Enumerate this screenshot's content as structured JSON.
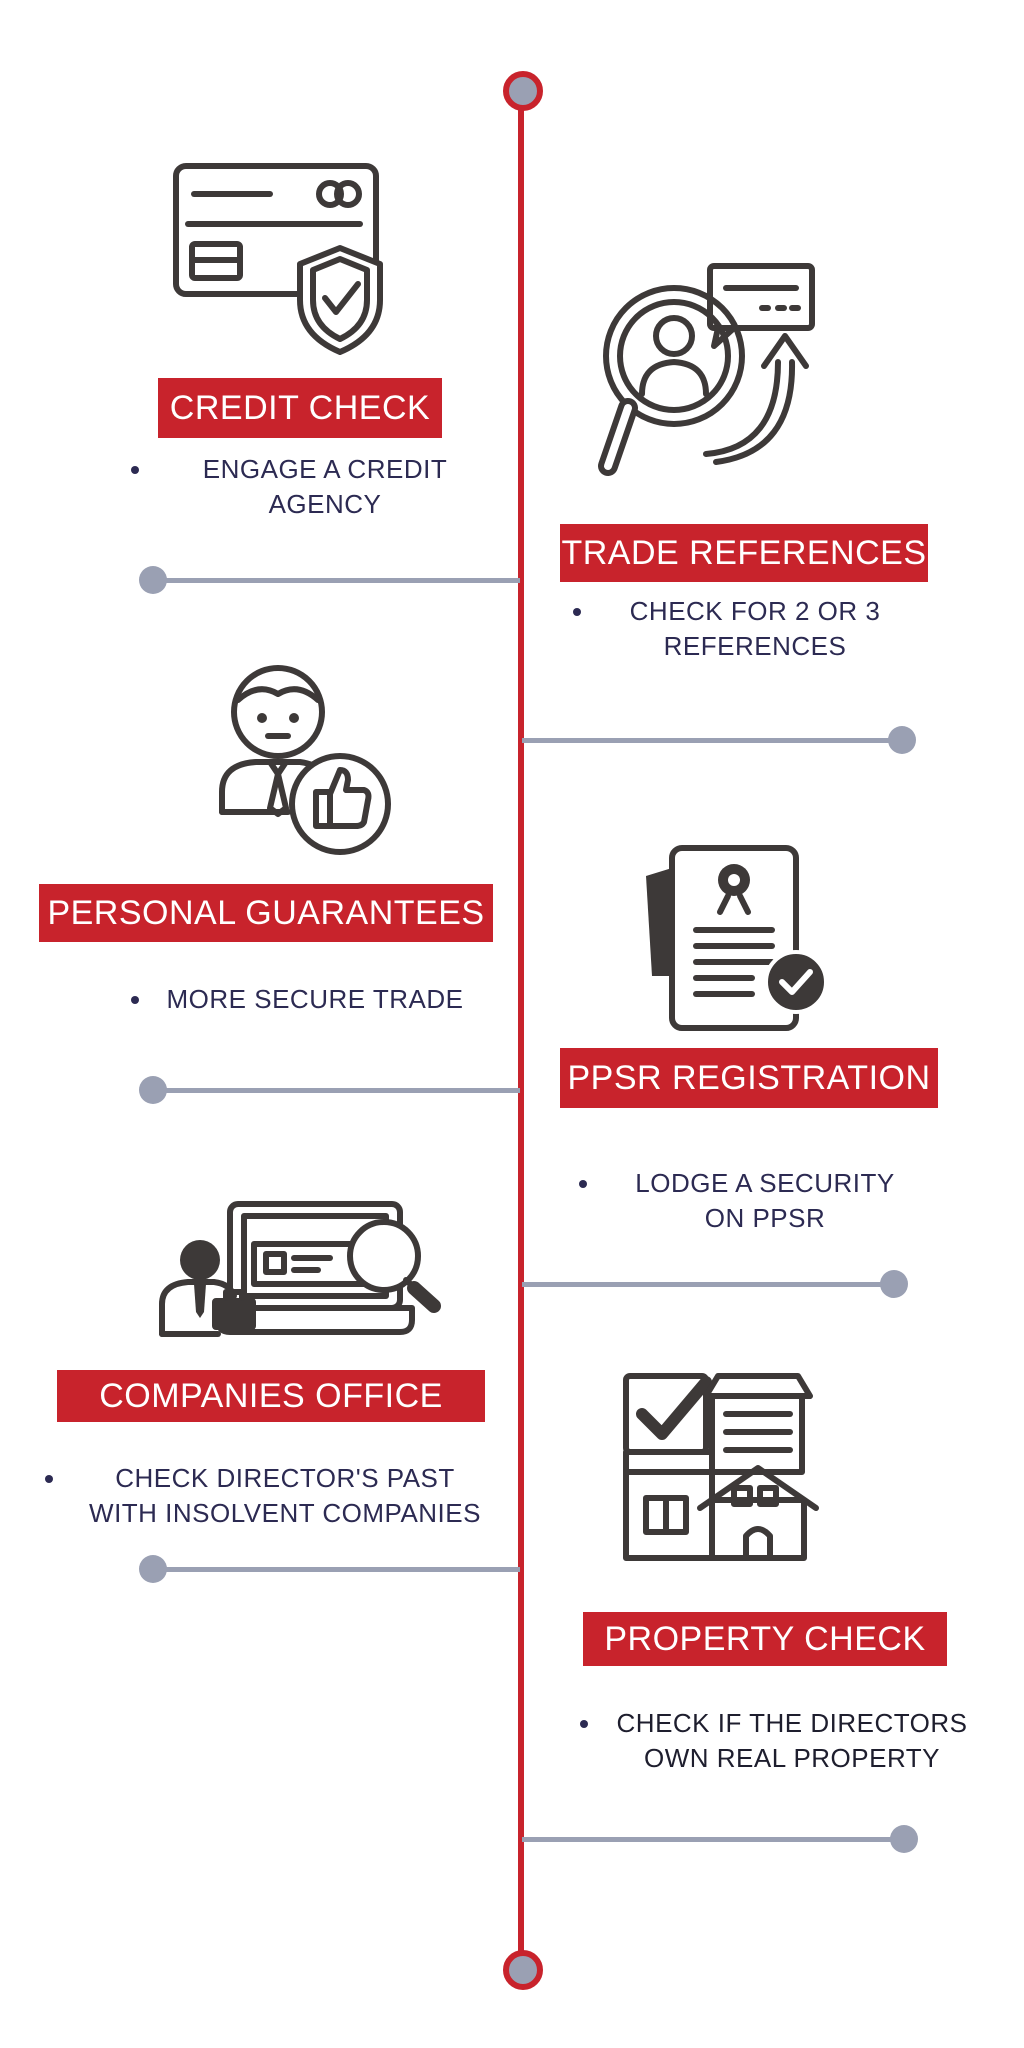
{
  "colors": {
    "accent": "#c8232c",
    "timeline_grey": "#9aa0b3",
    "icon": "#3d3938",
    "text": "#2c2a52"
  },
  "steps": [
    {
      "title": "CREDIT CHECK",
      "bullet_lines": [
        "ENGAGE A CREDIT",
        "AGENCY"
      ],
      "icon": "credit-card-shield-icon"
    },
    {
      "title": "TRADE REFERENCES",
      "bullet_lines": [
        "CHECK FOR 2 OR 3",
        "REFERENCES"
      ],
      "icon": "magnifier-person-icon"
    },
    {
      "title": "PERSONAL GUARANTEES",
      "bullet_lines": [
        "MORE SECURE TRADE"
      ],
      "icon": "person-thumbs-up-icon"
    },
    {
      "title": "PPSR REGISTRATION",
      "bullet_lines": [
        "LODGE A SECURITY",
        "ON PPSR"
      ],
      "icon": "certificate-document-icon"
    },
    {
      "title": "COMPANIES OFFICE",
      "bullet_lines": [
        "CHECK DIRECTOR'S PAST",
        "WITH INSOLVENT COMPANIES"
      ],
      "icon": "laptop-search-icon"
    },
    {
      "title": "PROPERTY CHECK",
      "bullet_lines": [
        "CHECK IF THE DIRECTORS",
        "OWN REAL PROPERTY"
      ],
      "icon": "buildings-check-icon"
    }
  ]
}
